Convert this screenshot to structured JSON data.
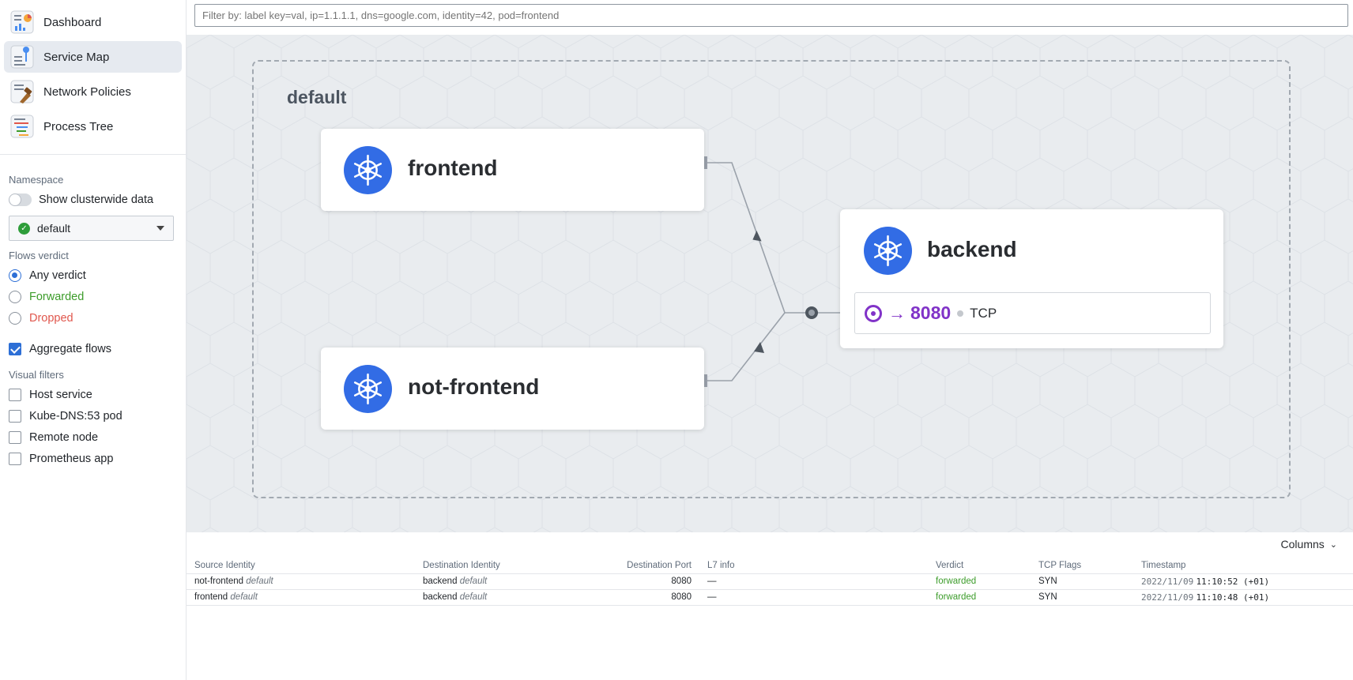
{
  "nav": {
    "items": [
      {
        "label": "Dashboard",
        "icon": "dashboard-icon"
      },
      {
        "label": "Service Map",
        "icon": "service-map-icon",
        "active": true
      },
      {
        "label": "Network Policies",
        "icon": "network-policies-icon"
      },
      {
        "label": "Process Tree",
        "icon": "process-tree-icon"
      }
    ]
  },
  "filters": {
    "namespace_title": "Namespace",
    "clusterwide_label": "Show clusterwide data",
    "namespace_value": "default",
    "verdict_title": "Flows verdict",
    "verdicts": [
      "Any verdict",
      "Forwarded",
      "Dropped"
    ],
    "aggregate_label": "Aggregate flows",
    "visual_title": "Visual filters",
    "visual": [
      "Host service",
      "Kube-DNS:53 pod",
      "Remote node",
      "Prometheus app"
    ]
  },
  "search": {
    "placeholder": "Filter by: label key=val, ip=1.1.1.1, dns=google.com, identity=42, pod=frontend"
  },
  "map": {
    "namespace": "default",
    "services": [
      "frontend",
      "not-frontend",
      "backend"
    ],
    "backend_port": "8080",
    "backend_protocol": "TCP",
    "colors": {
      "accent": "#8133c8",
      "k8s": "#326ce5"
    }
  },
  "flows": {
    "columns_label": "Columns",
    "headers": [
      "Source Identity",
      "Destination Identity",
      "Destination Port",
      "L7 info",
      "Verdict",
      "TCP Flags",
      "Timestamp"
    ],
    "rows": [
      {
        "src": "not-frontend",
        "src_ns": "default",
        "dst": "backend",
        "dst_ns": "default",
        "port": "8080",
        "l7": "—",
        "verdict": "forwarded",
        "flags": "SYN",
        "date": "2022/11/09",
        "time": "11:10:52 (+01)"
      },
      {
        "src": "frontend",
        "src_ns": "default",
        "dst": "backend",
        "dst_ns": "default",
        "port": "8080",
        "l7": "—",
        "verdict": "forwarded",
        "flags": "SYN",
        "date": "2022/11/09",
        "time": "11:10:48 (+01)"
      }
    ]
  }
}
